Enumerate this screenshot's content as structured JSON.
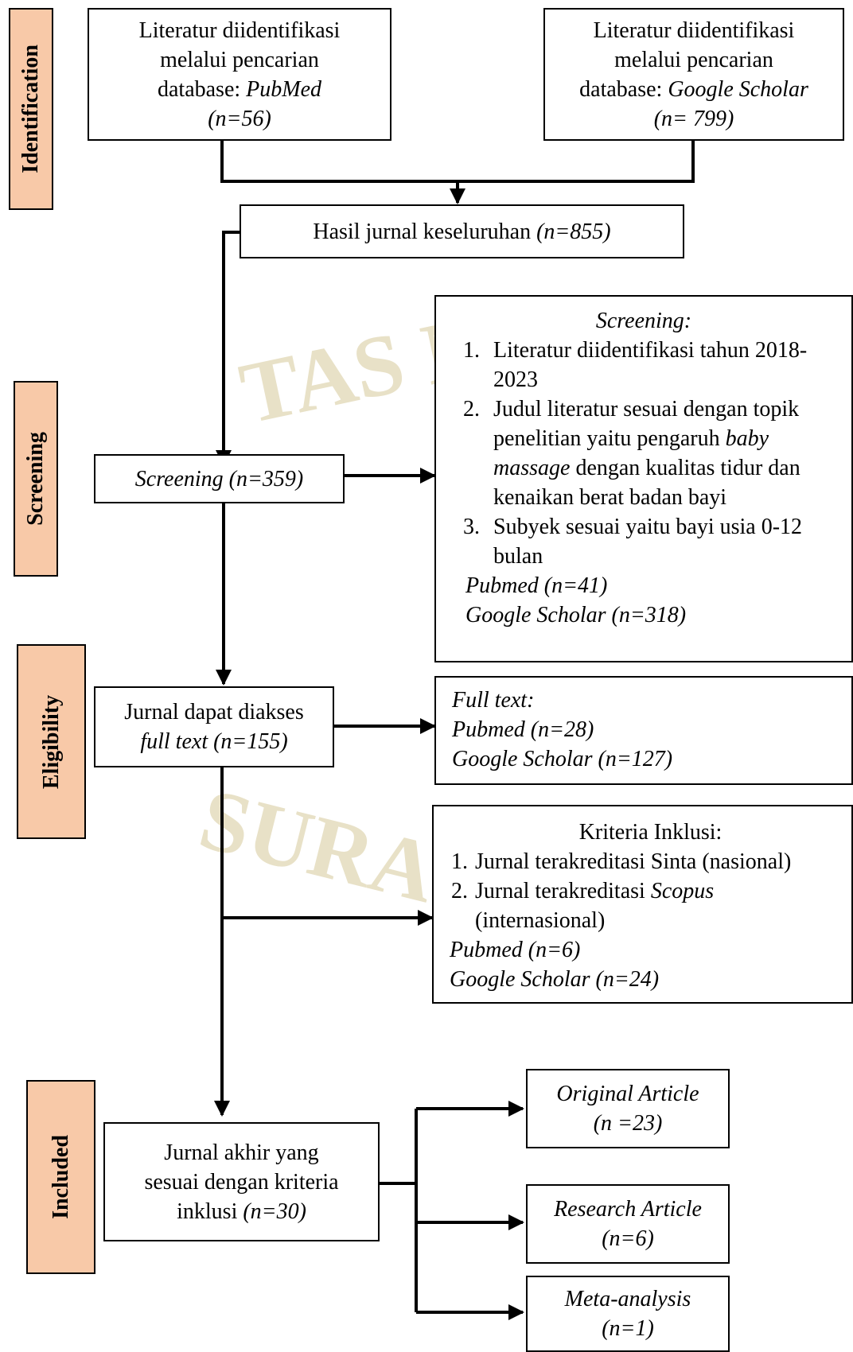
{
  "phases": {
    "identification": "Identification",
    "screening": "Screening",
    "eligibility": "Eligibility",
    "included": "Included"
  },
  "watermark": {
    "top_text": "TAS MU",
    "bottom_text": "SURA"
  },
  "boxes": {
    "pubmed_source": {
      "line1": "Literatur diidentifikasi",
      "line2": "melalui pencarian",
      "line3_prefix": "database: ",
      "line3_db": "PubMed",
      "count": "(n=56)"
    },
    "scholar_source": {
      "line1": "Literatur diidentifikasi",
      "line2": "melalui pencarian",
      "line3_prefix": "database: ",
      "line3_db": "Google Scholar",
      "count": "(n= 799)"
    },
    "total": {
      "text": "Hasil jurnal keseluruhan ",
      "count": "(n=855)"
    },
    "screening": {
      "text": "Screening (n=359)"
    },
    "screening_criteria": {
      "title": "Screening:",
      "item1": "Literatur diidentifikasi tahun 2018-2023",
      "item2_part1": "Judul literatur sesuai dengan topik penelitian yaitu pengaruh ",
      "item2_italic": "baby massage",
      "item2_part2": " dengan kualitas tidur dan kenaikan berat badan bayi",
      "item3": "Subyek sesuai yaitu bayi usia 0-12 bulan",
      "pubmed": "Pubmed (n=41)",
      "scholar": "Google Scholar (n=318)"
    },
    "fulltext": {
      "line1": "Jurnal dapat diakses",
      "line2": "full text (n=155)"
    },
    "fulltext_detail": {
      "title": "Full text:",
      "pubmed": "Pubmed (n=28)",
      "scholar": "Google Scholar (n=127)"
    },
    "inclusion_criteria": {
      "title": "Kriteria Inklusi:",
      "item1": "Jurnal terakreditasi Sinta (nasional)",
      "item2_prefix": "Jurnal terakreditasi ",
      "item2_italic": "Scopus",
      "item2_suffix": "(internasional)",
      "pubmed": "Pubmed (n=6)",
      "scholar": "Google Scholar (n=24)"
    },
    "final": {
      "line1": "Jurnal akhir yang",
      "line2": "sesuai dengan kriteria",
      "line3": "inklusi ",
      "count": "(n=30)"
    },
    "original_article": {
      "title": "Original Article",
      "count": "(n =23)"
    },
    "research_article": {
      "title": "Research Article",
      "count": "(n=6)"
    },
    "meta_analysis": {
      "title": "Meta-analysis",
      "count": "(n=1)"
    }
  }
}
